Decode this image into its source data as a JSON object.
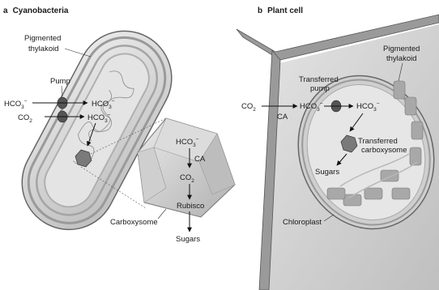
{
  "panel_a": {
    "letter": "a",
    "title": "Cyanobacteria",
    "pigmented": "Pigmented",
    "thylakoid": "thylakoid",
    "pump": "Pump",
    "hco3": "HCO",
    "co2": "CO",
    "carboxysome": "Carboxysome",
    "ca": "CA",
    "rubisco": "Rubisco",
    "sugars": "Sugars"
  },
  "panel_b": {
    "letter": "b",
    "title": "Plant cell",
    "pigmented": "Pigmented",
    "thylakoid": "thylakoid",
    "transferred": "Transferred",
    "pump": "pump",
    "co2": "CO",
    "hco3": "HCO",
    "ca": "CA",
    "transferred_carb_1": "Transferred",
    "transferred_carb_2": "carboxysome",
    "sugars": "Sugars",
    "chloroplast": "Chloroplast"
  },
  "colors": {
    "cell_wall": "#8a8a8a",
    "cell_fill": "#d9d9d9",
    "membrane": "#b5b5b5",
    "pump": "#555555",
    "arrow": "#111111",
    "plant_bg": "#c8c8c8"
  }
}
